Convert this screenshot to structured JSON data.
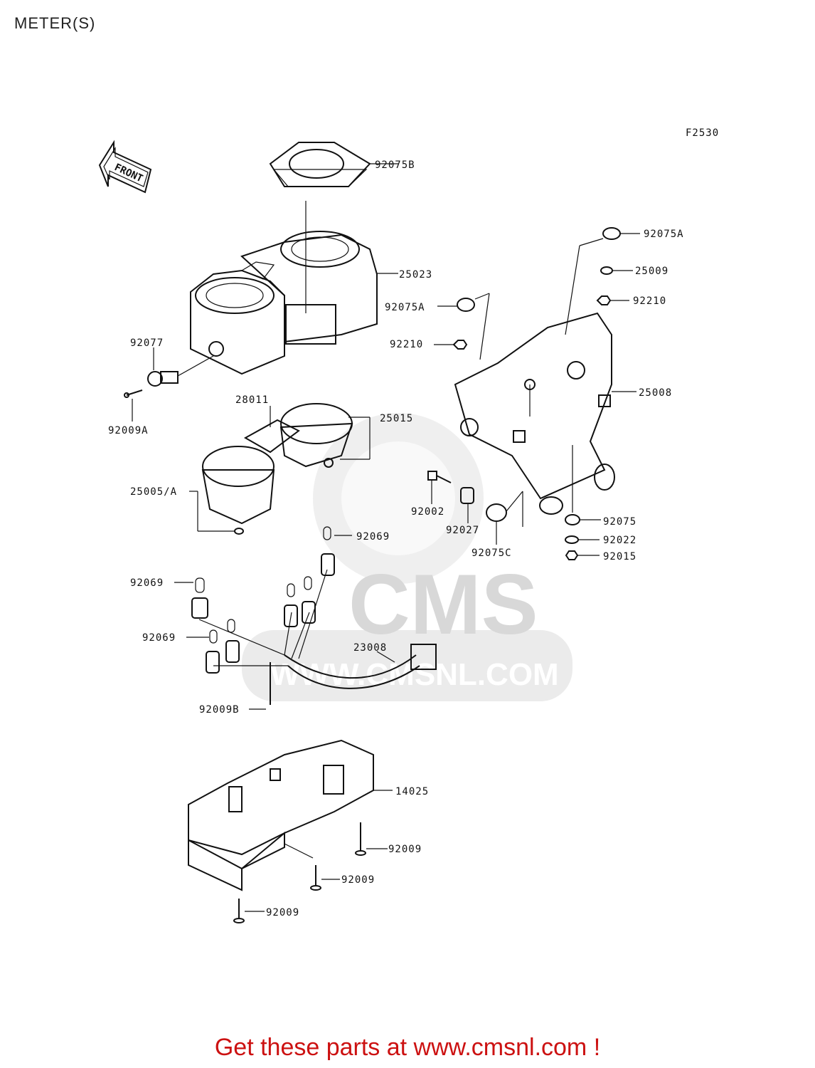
{
  "page": {
    "title": "METER(S)",
    "footer": "Get these parts at www.cmsnl.com !",
    "figure_code": "F2530",
    "front_label": "FRONT"
  },
  "watermark": {
    "brand": "CMS",
    "url": "WWW.CMSNL.COM"
  },
  "colors": {
    "footer_text": "#cc1111",
    "line": "#111111",
    "watermark": "#e2e2e2"
  },
  "parts": [
    {
      "id": "p_92075B",
      "label": "92075B"
    },
    {
      "id": "p_25023",
      "label": "25023"
    },
    {
      "id": "p_92077",
      "label": "92077"
    },
    {
      "id": "p_92009A",
      "label": "92009A"
    },
    {
      "id": "p_28011",
      "label": "28011"
    },
    {
      "id": "p_25015",
      "label": "25015"
    },
    {
      "id": "p_25005A",
      "label": "25005/A"
    },
    {
      "id": "p_92075A_top",
      "label": "92075A"
    },
    {
      "id": "p_25009",
      "label": "25009"
    },
    {
      "id": "p_92210_right",
      "label": "92210"
    },
    {
      "id": "p_92075A_left",
      "label": "92075A"
    },
    {
      "id": "p_92210_left",
      "label": "92210"
    },
    {
      "id": "p_25008",
      "label": "25008"
    },
    {
      "id": "p_92002",
      "label": "92002"
    },
    {
      "id": "p_92027",
      "label": "92027"
    },
    {
      "id": "p_92075C",
      "label": "92075C"
    },
    {
      "id": "p_92075",
      "label": "92075"
    },
    {
      "id": "p_92022",
      "label": "92022"
    },
    {
      "id": "p_92015",
      "label": "92015"
    },
    {
      "id": "p_92069_a",
      "label": "92069"
    },
    {
      "id": "p_92069_b",
      "label": "92069"
    },
    {
      "id": "p_92069_c",
      "label": "92069"
    },
    {
      "id": "p_23008",
      "label": "23008"
    },
    {
      "id": "p_92009B",
      "label": "92009B"
    },
    {
      "id": "p_14025",
      "label": "14025"
    },
    {
      "id": "p_92009_a",
      "label": "92009"
    },
    {
      "id": "p_92009_b",
      "label": "92009"
    },
    {
      "id": "p_92009_c",
      "label": "92009"
    }
  ]
}
